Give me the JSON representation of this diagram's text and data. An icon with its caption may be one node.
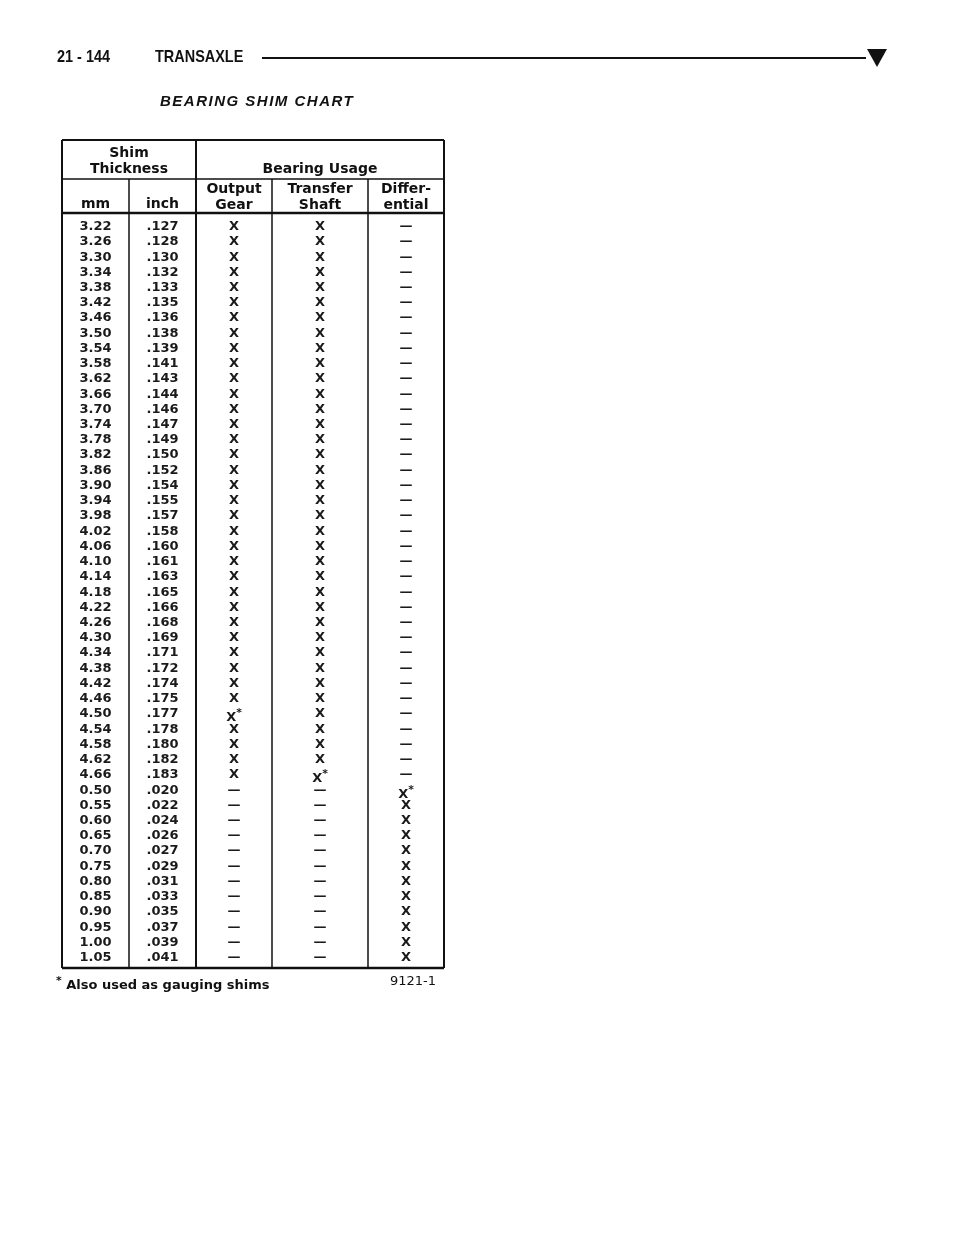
{
  "diagram": {
    "title": "BEARING SHIM CHART",
    "labels": [
      "21 - 144",
      "TRANSAXLE",
      "Shim Thickness",
      "Bearing Usage",
      "mm",
      "inch",
      "Output Gear",
      "Transfer Shaft",
      "Differ- ential",
      "3.22",
      ".127",
      "X",
      "X",
      "—",
      "3.26",
      ".128",
      "X",
      "X",
      "—",
      "3.30",
      ".130",
      "X",
      "X",
      "—",
      "3.34",
      ".132",
      "X",
      "X",
      "—",
      "3.38",
      ".133",
      "X",
      "X",
      "—",
      "3.42",
      ".135",
      "X",
      "X",
      "—",
      "3.46",
      ".136",
      "X",
      "X",
      "—",
      "3.50",
      ".138",
      "X",
      "X",
      "—",
      "3.54",
      ".139",
      "X",
      "X",
      "—",
      "3.58",
      ".141",
      "X",
      "X",
      "—",
      "3.62",
      ".143",
      "X",
      "X",
      "—",
      "3.66",
      ".144",
      "X",
      "X",
      "—",
      "3.70",
      ".146",
      "X",
      "X",
      "—",
      "3.74",
      ".147",
      "X",
      "X",
      "—",
      "3.78",
      ".149",
      "X",
      "X",
      "—",
      "3.82",
      ".150",
      "X",
      "X",
      "—",
      "3.86",
      ".152",
      "X",
      "X",
      "—",
      "3.90",
      ".154",
      "X",
      "X",
      "—",
      "3.94",
      ".155",
      "X",
      "X",
      "—",
      "3.98",
      ".157",
      "X",
      "X",
      "—",
      "4.02",
      ".158",
      "X",
      "X",
      "—",
      "4.06",
      ".160",
      "X",
      "X",
      "—",
      "4.10",
      ".161",
      "X",
      "X",
      "—",
      "4.14",
      ".163",
      "X",
      "X",
      "—",
      "4.18",
      ".165",
      "X",
      "X",
      "—",
      "4.22",
      ".166",
      "X",
      "X",
      "—",
      "4.26",
      ".168",
      "X",
      "X",
      "—",
      "4.30",
      ".169",
      "X",
      "X",
      "—",
      "4.34",
      ".171",
      "X",
      "X",
      "—",
      "4.38",
      ".172",
      "X",
      "X",
      "—",
      "4.42",
      ".174",
      "X",
      "X",
      "—",
      "4.46",
      ".175",
      "X",
      "X",
      "—",
      "4.50",
      ".177",
      "X$^{*}$",
      "X",
      "—",
      "4.54",
      ".178",
      "X",
      "X",
      "—",
      "4.58",
      ".180",
      "X",
      "X",
      "—",
      "4.62",
      ".182",
      "X",
      "X",
      "—",
      "4.66",
      ".183",
      "X",
      "X$^{*}$",
      "—",
      "0.50",
      ".020",
      "—",
      "—",
      "X$^{*}$",
      "0.55",
      ".022",
      "—",
      "—",
      "X",
      "0.60",
      ".024",
      "—",
      "—",
      "X",
      "0.65",
      ".026",
      "—",
      "—",
      "X",
      "0.70",
      ".027",
      "—",
      "—",
      "X",
      "0.75",
      ".029",
      "—",
      "—",
      "X",
      "0.80",
      ".031",
      "—",
      "—",
      "X",
      "0.85",
      ".033",
      "—",
      "—",
      "X",
      "0.90",
      ".035",
      "—",
      "—",
      "X",
      "0.95",
      ".037",
      "—",
      "—",
      "X",
      "1.00",
      ".039",
      "—",
      "—",
      "X",
      "1.05",
      ".041",
      "—",
      "—",
      "X",
      "$^{*}$ Also used as gauging shims",
      "9121-1"
    ]
  }
}
